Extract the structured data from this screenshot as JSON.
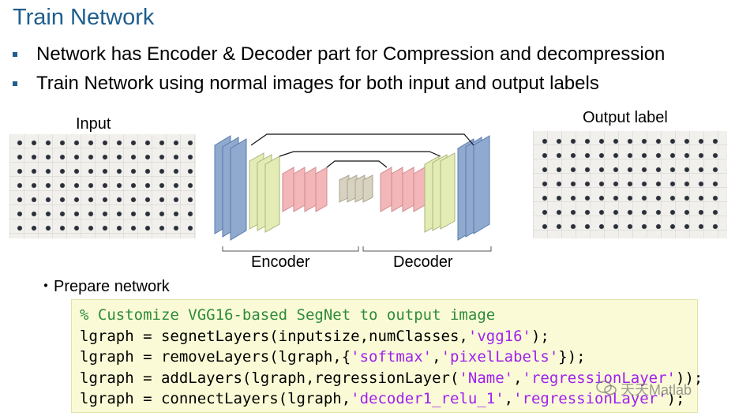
{
  "title": "Train Network",
  "bullets": [
    "Network has Encoder & Decoder part for Compression and decompression",
    "Train Network using normal images for both input and output labels"
  ],
  "figure": {
    "input_label": "Input",
    "output_label": "Output label",
    "encoder_label": "Encoder",
    "decoder_label": "Decoder"
  },
  "section_label": "・Prepare network",
  "code": {
    "comment": "% Customize VGG16-based SegNet to output image",
    "line2_a": "lgraph = segnetLayers(inputsize,numClasses,",
    "line2_s1": "'vgg16'",
    "line2_b": ");",
    "line3_a": "lgraph = removeLayers(lgraph,{",
    "line3_s1": "'softmax'",
    "line3_b": ",",
    "line3_s2": "'pixelLabels'",
    "line3_c": "});",
    "line4_a": "lgraph = addLayers(lgraph,regressionLayer(",
    "line4_s1": "'Name'",
    "line4_b": ",",
    "line4_s2": "'regressionLayer'",
    "line4_c": "));",
    "line5_a": "lgraph = connectLayers(lgraph,",
    "line5_s1": "'decoder1_relu_1'",
    "line5_b": ",",
    "line5_s2": "'regressionLayer'",
    "line5_c": ");"
  },
  "watermark": "天天Matlab",
  "colors": {
    "title": "#1f5e8e",
    "encoder_blue": "#8fa9cf",
    "block_green": "#e2ecb4",
    "block_pink": "#f3b6b9",
    "block_gray": "#d8d3c1",
    "code_bg": "#fafbd6",
    "code_comment": "#2e8b3a",
    "code_string": "#a020f0"
  }
}
